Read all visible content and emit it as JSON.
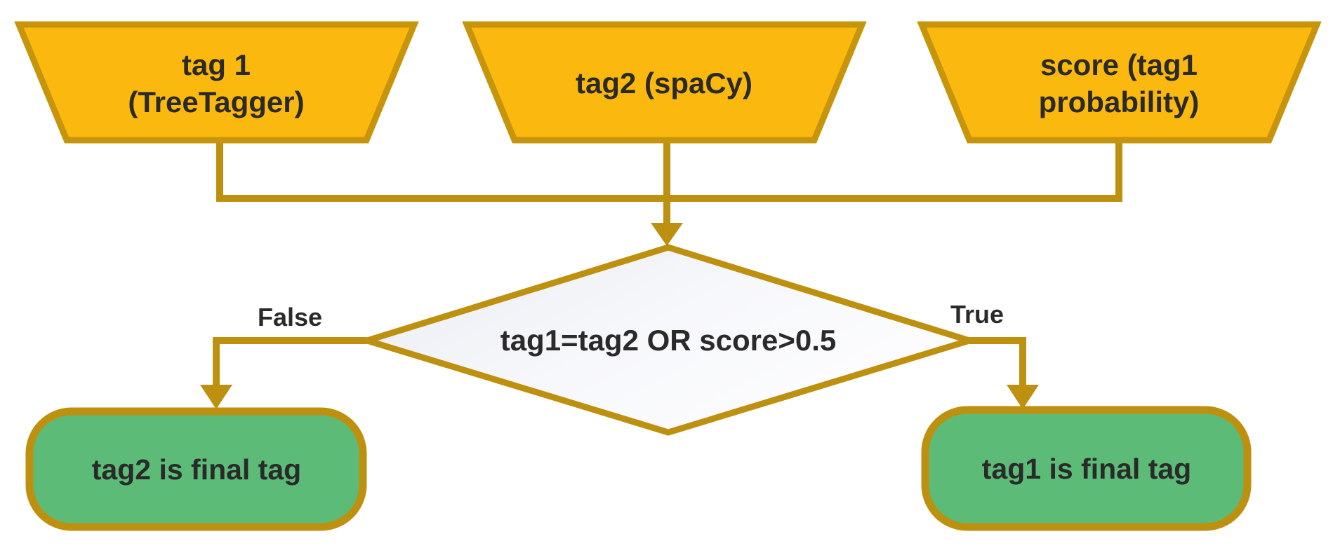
{
  "flowchart": {
    "inputs": [
      {
        "id": "tag1",
        "line1": "tag 1",
        "line2": "(TreeTagger)"
      },
      {
        "id": "tag2",
        "line1": "tag2 (spaCy)",
        "line2": ""
      },
      {
        "id": "score",
        "line1": "score (tag1",
        "line2": "probability)"
      }
    ],
    "decision": {
      "condition": "tag1=tag2 OR score>0.5"
    },
    "branch_false": {
      "label": "False",
      "outcome": "tag2 is final tag"
    },
    "branch_true": {
      "label": "True",
      "outcome": "tag1 is final tag"
    }
  },
  "colors": {
    "input_fill": "#FBB90F",
    "input_stroke": "#C6950C",
    "connector": "#BD9010",
    "decision_fill_start": "#E9ECF2",
    "decision_fill_end": "#FDFDFF",
    "decision_stroke": "#BD9010",
    "outcome_fill": "#5CBC77",
    "outcome_stroke": "#BD9010",
    "text": "#2A2A2A",
    "background": "#FFFFFF"
  }
}
